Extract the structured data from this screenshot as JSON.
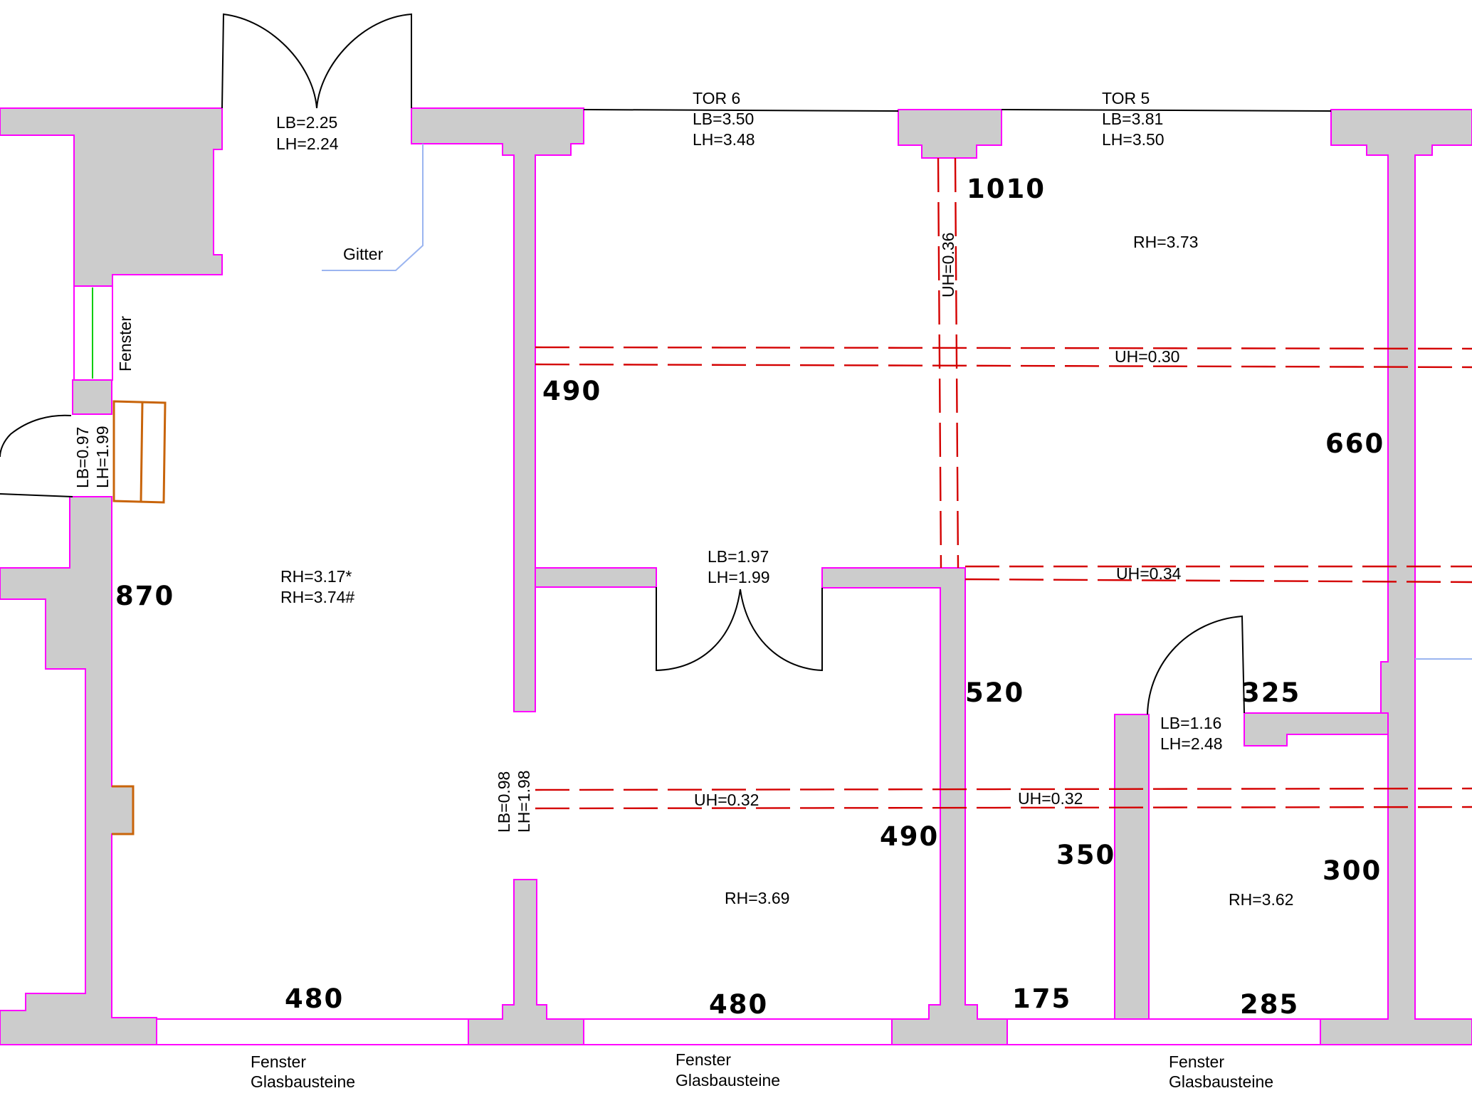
{
  "colors": {
    "wall_fill": "#cccccc",
    "wall_outline": "#ff00ff",
    "beam_line": "#d40000",
    "door_line": "#000000",
    "grille_line": "#9bb5f0",
    "window_line": "#00cc00",
    "stair_line": "#c8640a"
  },
  "gates": {
    "tor6": {
      "name": "TOR 6",
      "lb": "LB=3.50",
      "lh": "LH=3.48"
    },
    "tor5": {
      "name": "TOR 5",
      "lb": "LB=3.81",
      "lh": "LH=3.50"
    }
  },
  "doors": {
    "top_left": {
      "lb": "LB=2.25",
      "lh": "LH=2.24"
    },
    "left_side": {
      "lb": "LB=0.97",
      "lh": "LH=1.99"
    },
    "middle": {
      "lb": "LB=1.97",
      "lh": "LH=1.99"
    },
    "lower_left": {
      "lb": "LB=0.98",
      "lh": "LH=1.98"
    },
    "lower_right": {
      "lb": "LB=1.16",
      "lh": "LH=2.48"
    }
  },
  "labels": {
    "gitter": "Gitter",
    "fenster_side": "Fenster",
    "room_left_rh1": "RH=3.17*",
    "room_left_rh2": "RH=3.74#",
    "room_top_right_rh": "RH=3.73",
    "room_mid_rh": "RH=3.69",
    "room_right_rh": "RH=3.62",
    "uh_vertical": "UH=0.36",
    "uh_top": "UH=0.30",
    "uh_mid": "UH=0.34",
    "uh_low_left": "UH=0.32",
    "uh_low_right": "UH=0.32"
  },
  "bottom_windows": [
    {
      "line1": "Fenster",
      "line2": "Glasbausteine"
    },
    {
      "line1": "Fenster",
      "line2": "Glasbausteine"
    },
    {
      "line1": "Fenster",
      "line2": "Glasbausteine"
    }
  ],
  "dimensions": {
    "d1010": "1010",
    "d490_top": "490",
    "d660": "660",
    "d870": "870",
    "d520": "520",
    "d325": "325",
    "d490_low": "490",
    "d350": "350",
    "d300": "300",
    "d480_left": "480",
    "d480_mid": "480",
    "d175": "175",
    "d285": "285"
  }
}
